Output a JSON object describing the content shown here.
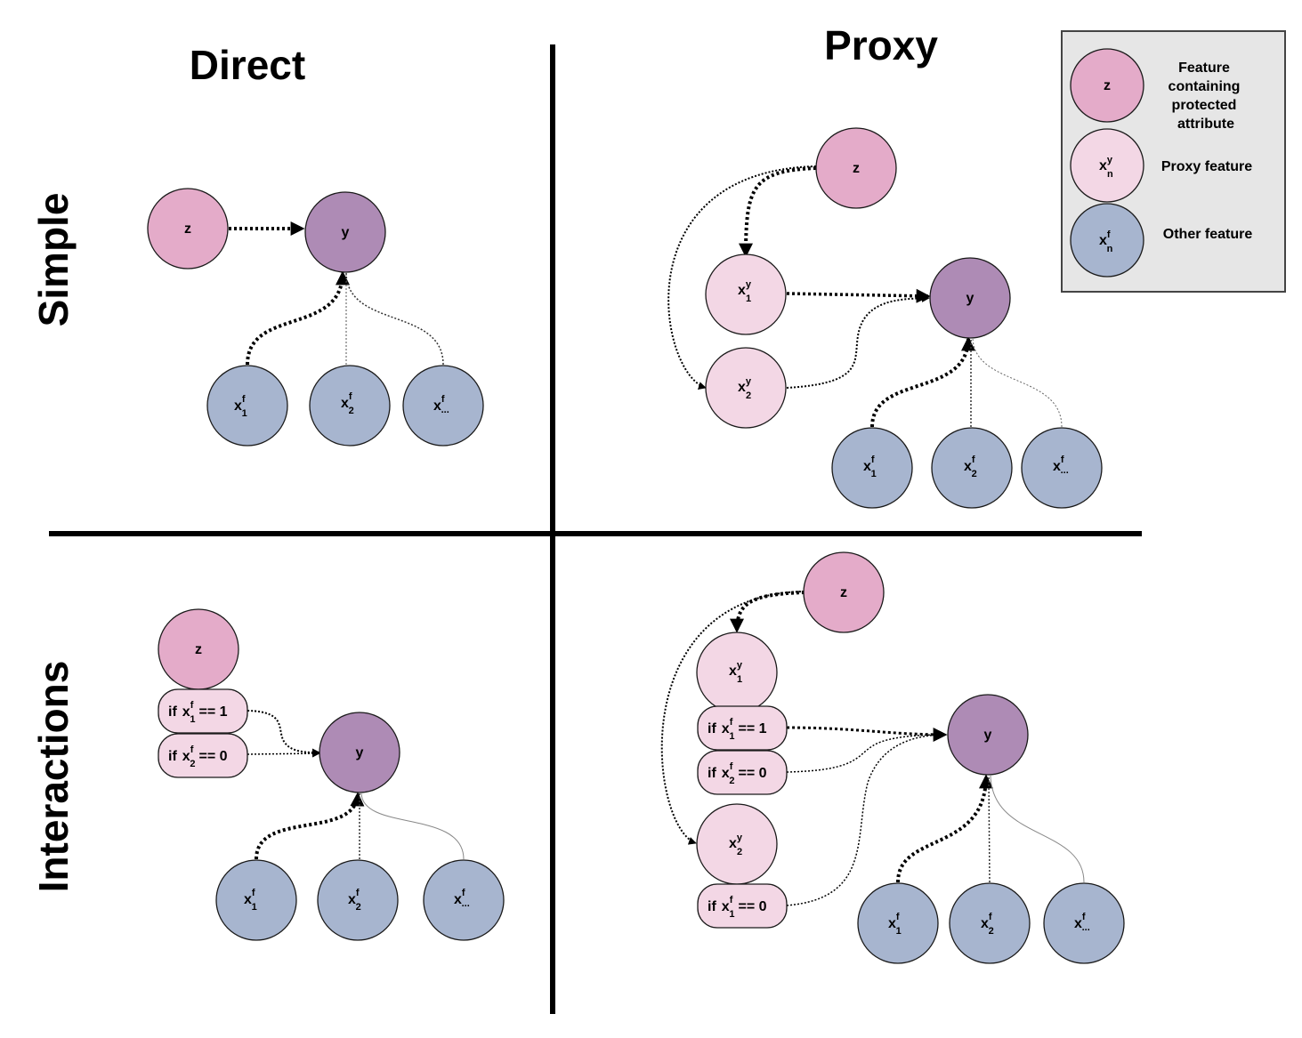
{
  "headings": {
    "direct": "Direct",
    "proxy": "Proxy",
    "simple": "Simple",
    "interactions": "Interactions"
  },
  "legend": {
    "z_node_label": "z",
    "z_desc": [
      "Feature",
      "containing",
      "protected",
      "attribute"
    ],
    "proxy_desc": "Proxy feature",
    "other_desc": "Other feature"
  },
  "nodes": {
    "z": "z",
    "y": "y",
    "x": "x"
  },
  "superscripts": {
    "y": "y",
    "f": "f"
  },
  "subscripts": {
    "n": "n",
    "one": "1",
    "two": "2",
    "ellipsis": "..."
  },
  "conditions": {
    "prefix": "if",
    "eq1": "== 1",
    "eq0": "== 0"
  },
  "colors": {
    "protected": "#e4abc9",
    "proxy": "#f3d7e5",
    "other": "#a7b5cf",
    "target": "#ae8bb5",
    "legend_bg": "#e6e6e6",
    "outline": "#1a1a1a"
  }
}
